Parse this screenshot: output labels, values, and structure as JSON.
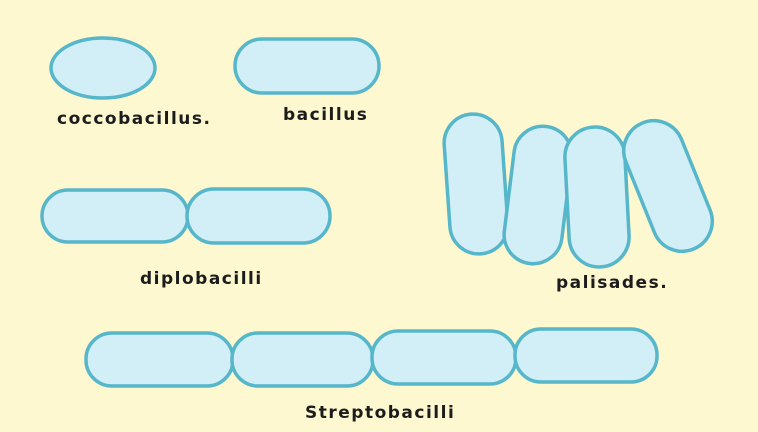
{
  "diagram": {
    "colors": {
      "background": "#FEF8D0",
      "cell_fill": "#D2EEF7",
      "cell_outline": "#56B6CA",
      "label": "#1C1C1C"
    },
    "groups": [
      {
        "id": "coccobacillus",
        "label": "coccobacillus.",
        "cell_count": 1
      },
      {
        "id": "bacillus",
        "label": "bacillus",
        "cell_count": 1
      },
      {
        "id": "diplobacilli",
        "label": "diplobacilli",
        "cell_count": 2
      },
      {
        "id": "palisades",
        "label": "palisades.",
        "cell_count": 4
      },
      {
        "id": "streptobacilli",
        "label": "Streptobacilli",
        "cell_count": 4
      }
    ]
  }
}
